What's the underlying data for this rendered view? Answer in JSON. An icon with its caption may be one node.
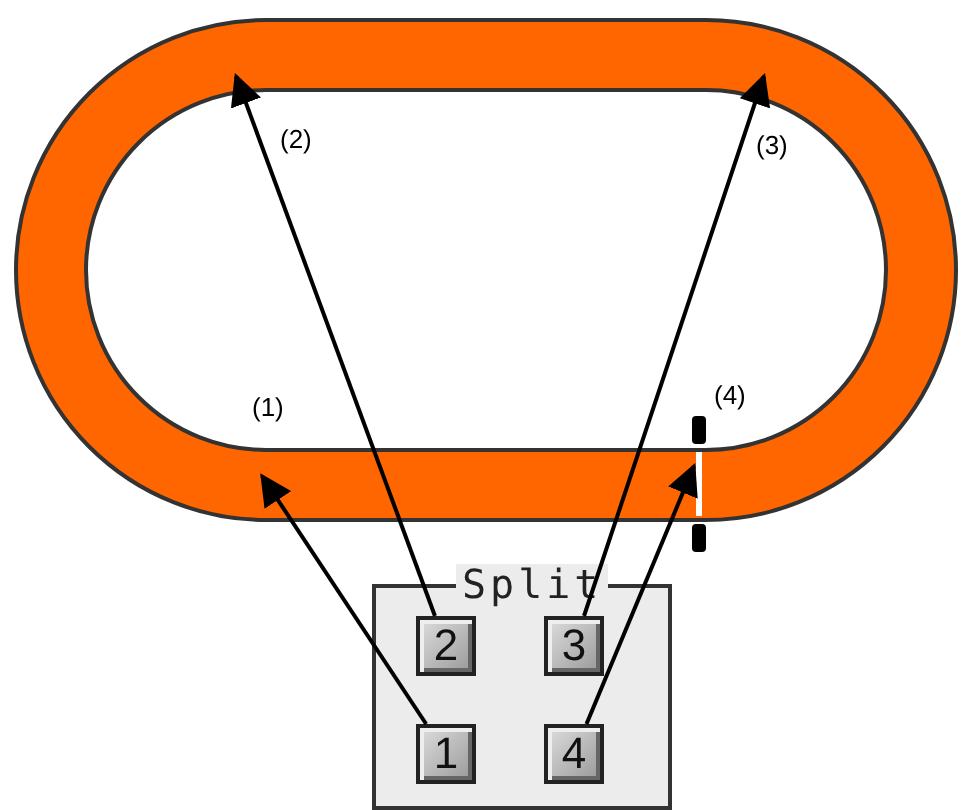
{
  "diagram": {
    "nodes": [
      {
        "text": [],
        "shape": "ring"
      },
      {
        "text": [
          "Split"
        ]
      },
      {
        "text": [
          "2"
        ],
        "in": 1
      },
      {
        "text": [
          "3"
        ],
        "in": 1
      },
      {
        "text": [
          "1"
        ],
        "in": 1
      },
      {
        "text": [
          "4"
        ],
        "in": 1
      }
    ],
    "edges": [
      {
        "from": 4,
        "to": 0,
        "arrow": "to"
      },
      {
        "from": 2,
        "to": 0,
        "arrow": "to"
      },
      {
        "from": 3,
        "to": 0,
        "arrow": "to"
      },
      {
        "from": 5,
        "to": 0,
        "arrow": "to"
      }
    ],
    "labels": [
      "(2)",
      "(3)",
      "(1)",
      "(4)"
    ]
  }
}
